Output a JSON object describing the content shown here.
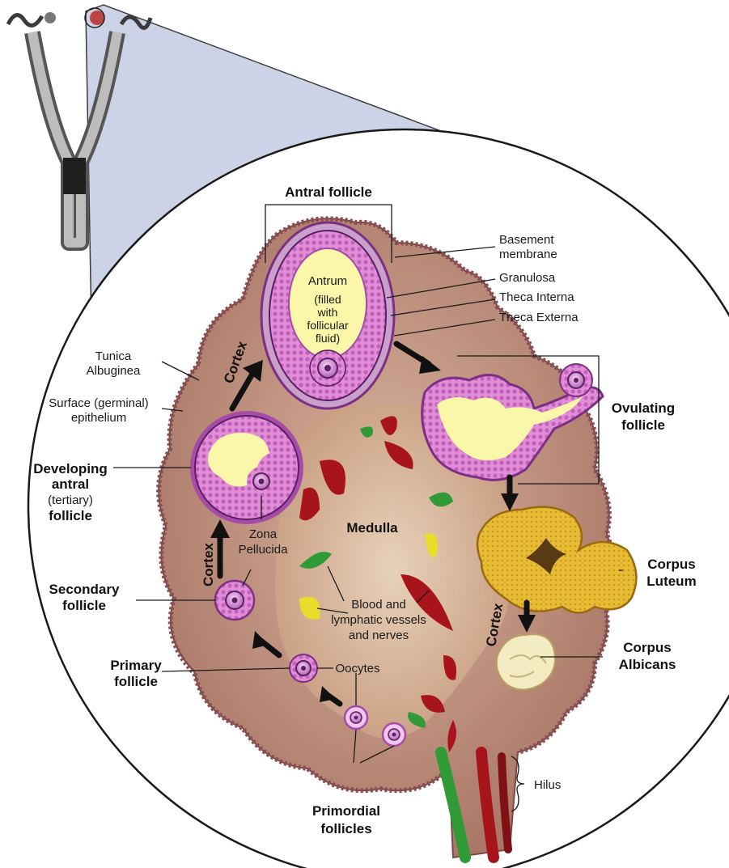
{
  "labels": {
    "antral_follicle": "Antral follicle",
    "antrum": "Antrum",
    "antrum_note_1": "(filled",
    "antrum_note_2": "with",
    "antrum_note_3": "follicular",
    "antrum_note_4": "fluid)",
    "basement_membrane_1": "Basement",
    "basement_membrane_2": "membrane",
    "granulosa": "Granulosa",
    "theca_interna": "Theca Interna",
    "theca_externa": "Theca Externa",
    "tunica_albuginea_1": "Tunica",
    "tunica_albuginea_2": "Albuginea",
    "surface_epithelium_1": "Surface (germinal)",
    "surface_epithelium_2": "epithelium",
    "developing_antral_1": "Developing",
    "developing_antral_2": "antral",
    "developing_antral_3": "(tertiary)",
    "developing_antral_4": "follicle",
    "zona_pellucida_1": "Zona",
    "zona_pellucida_2": "Pellucida",
    "secondary_follicle_1": "Secondary",
    "secondary_follicle_2": "follicle",
    "primary_follicle_1": "Primary",
    "primary_follicle_2": "follicle",
    "oocytes": "Oocytes",
    "primordial_follicles_1": "Primordial",
    "primordial_follicles_2": "follicles",
    "medulla": "Medulla",
    "blood_vessels_1": "Blood and",
    "blood_vessels_2": "lymphatic vessels",
    "blood_vessels_3": "and nerves",
    "ovulating_follicle_1": "Ovulating",
    "ovulating_follicle_2": "follicle",
    "corpus_luteum_1": "Corpus",
    "corpus_luteum_2": "Luteum",
    "corpus_albicans_1": "Corpus",
    "corpus_albicans_2": "Albicans",
    "hilus": "Hilus",
    "cortex": "Cortex"
  },
  "colors": {
    "ovary_tissue": "#c49a88",
    "ovary_dark": "#8a5a4e",
    "medulla": "#dcc3a8",
    "follicle_purple": "#a64ca6",
    "granulosa_pink": "#e08fd6",
    "antrum_yellow": "#fbf7a8",
    "corpus_luteum": "#e2b630",
    "corpus_albicans": "#f3ebc2",
    "vessel_red": "#a8141c",
    "vessel_green": "#2f9a36",
    "vessel_yellow": "#e9dc2a",
    "magnifier_fill": "#cdd3e6"
  },
  "icons": [
    "oviduct-diagram-icon",
    "arrow-icon"
  ]
}
